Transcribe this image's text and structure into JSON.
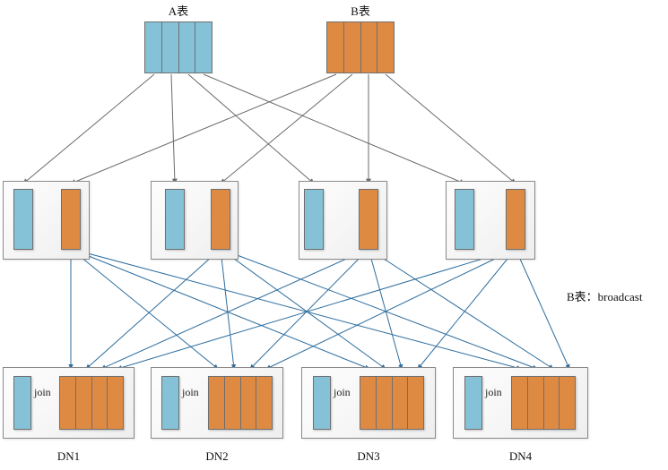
{
  "diagram": {
    "title_note": "B表：broadcast",
    "colors": {
      "table_blue": "#85c2d7",
      "table_orange": "#df8a43",
      "bar_stroke": "#6f6f6f",
      "panel_fill": "#f5f5f5",
      "panel_stroke": "#8a8a8a",
      "gray_arrow": "#6b6b6b",
      "blue_arrow": "#2d6d9e",
      "background": "#ffffff"
    }
  },
  "sources": [
    {
      "id": "a-table",
      "label": "A表",
      "color_key": "table_blue",
      "segments": 4
    },
    {
      "id": "b-table",
      "label": "B表",
      "color_key": "table_orange",
      "segments": 4
    }
  ],
  "middle_nodes": [
    {
      "id": "mid-1",
      "blue_bar": "A表分片",
      "orange_bar": "B表分片"
    },
    {
      "id": "mid-2",
      "blue_bar": "A表分片",
      "orange_bar": "B表分片"
    },
    {
      "id": "mid-3",
      "blue_bar": "A表分片",
      "orange_bar": "B表分片"
    },
    {
      "id": "mid-4",
      "blue_bar": "A表分片",
      "orange_bar": "B表分片"
    }
  ],
  "datanodes": [
    {
      "id": "dn1",
      "caption": "DN1",
      "join_label": "join",
      "orange_segments": 4
    },
    {
      "id": "dn2",
      "caption": "DN2",
      "join_label": "join",
      "orange_segments": 4
    },
    {
      "id": "dn3",
      "caption": "DN3",
      "join_label": "join",
      "orange_segments": 4
    },
    {
      "id": "dn4",
      "caption": "DN4",
      "join_label": "join",
      "orange_segments": 4
    }
  ],
  "annotations": [
    {
      "id": "broadcast-note",
      "text": "B表：broadcast"
    }
  ]
}
